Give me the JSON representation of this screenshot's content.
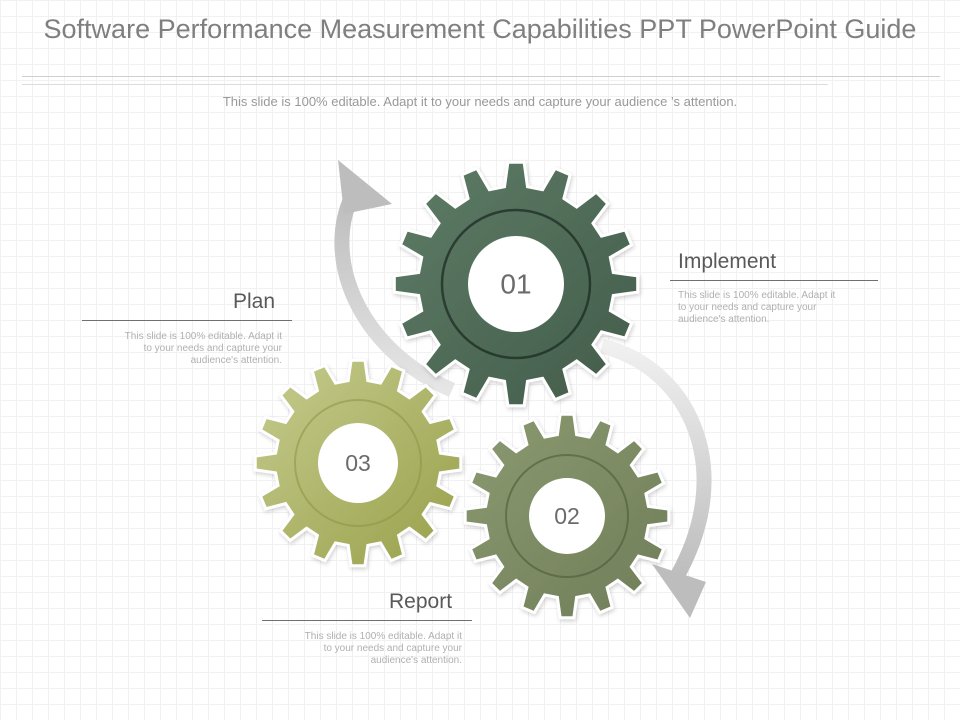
{
  "slide": {
    "title": "Software Performance Measurement Capabilities PPT PowerPoint Guide",
    "subtitle": "This slide is 100% editable. Adapt it to your needs and capture your  audience ’s attention."
  },
  "gears": [
    {
      "number": "01",
      "color": "#4f6a58"
    },
    {
      "number": "02",
      "color": "#7f8c66"
    },
    {
      "number": "03",
      "color": "#a9b15f"
    }
  ],
  "labels": {
    "implement": {
      "title": "Implement",
      "text": "This slide is 100% editable. Adapt it\nto your needs and capture your\naudience's attention."
    },
    "plan": {
      "title": "Plan",
      "text": "This slide is 100% editable. Adapt it\nto your needs and capture your\naudience's attention."
    },
    "report": {
      "title": "Report",
      "text": "This slide is 100% editable. Adapt it\nto your needs and capture your\naudience's attention."
    }
  },
  "arrows": {
    "color": "#c8c8c8"
  }
}
